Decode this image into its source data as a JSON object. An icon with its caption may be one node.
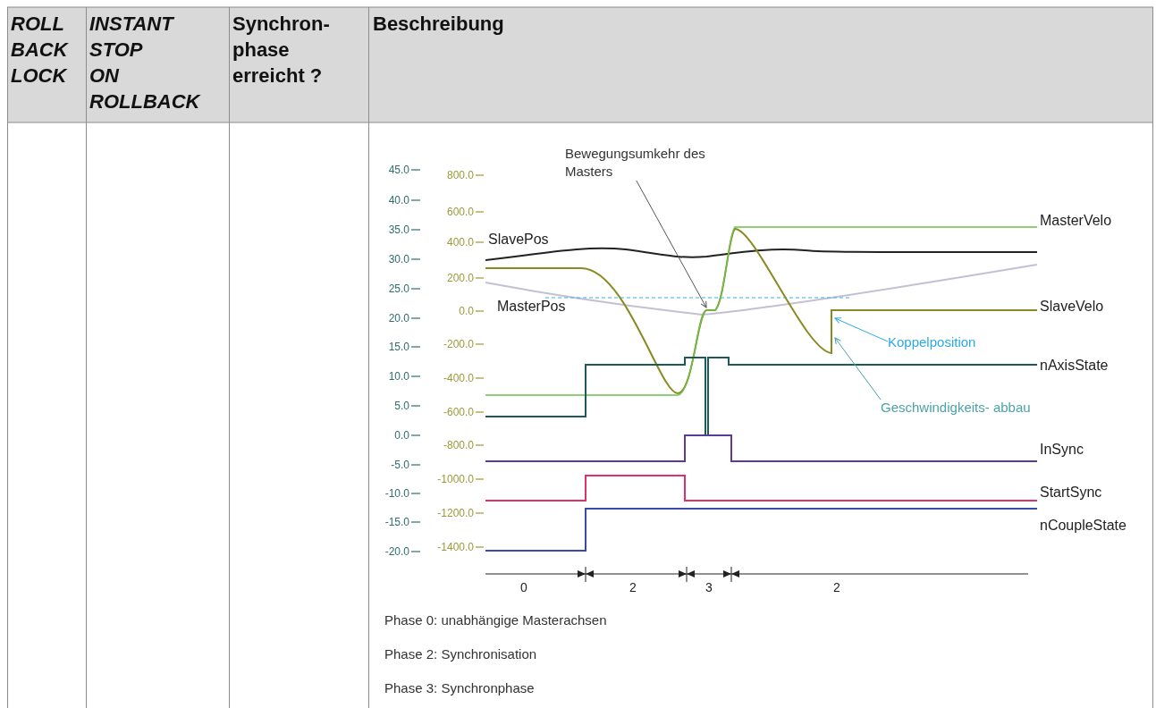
{
  "diagram": {
    "nodes": [
      {
        "text": [
          "Bewegungsumkehr des Masters"
        ]
      },
      {
        "text": [
          "Koppelposition"
        ]
      },
      {
        "text": [
          "Geschwindigkeits- abbau"
        ]
      }
    ],
    "edges": [
      {
        "from": 0,
        "to": null,
        "arrow": "to"
      },
      {
        "from": 1,
        "to": null,
        "arrow": "to",
        "color": "#2aa9e6"
      },
      {
        "from": 2,
        "to": null,
        "arrow": "to",
        "color": "#4aa3a8"
      }
    ],
    "labels": [
      "ROLL BACK LOCK",
      "INSTANT STOP ON ROLLBACK",
      "Synchron- phase erreicht ?",
      "Beschreibung",
      "45.0",
      "40.0",
      "35.0",
      "30.0",
      "25.0",
      "20.0",
      "15.0",
      "10.0",
      "5.0",
      "0.0",
      "-5.0",
      "-10.0",
      "-15.0",
      "-20.0",
      "800.0",
      "600.0",
      "400.0",
      "200.0",
      "0.0",
      "-200.0",
      "-400.0",
      "-600.0",
      "-800.0",
      "-1000.0",
      "-1200.0",
      "-1400.0",
      "SlavePos",
      "MasterPos",
      "MasterVelo",
      "SlaveVelo",
      "nAxisState",
      "InSync",
      "StartSync",
      "nCoupleState",
      "0",
      "2",
      "3",
      "2",
      "Phase 0: unabhängige Masterachsen",
      "Phase 2: Synchronisation",
      "Phase 3: Synchronphase"
    ]
  }
}
